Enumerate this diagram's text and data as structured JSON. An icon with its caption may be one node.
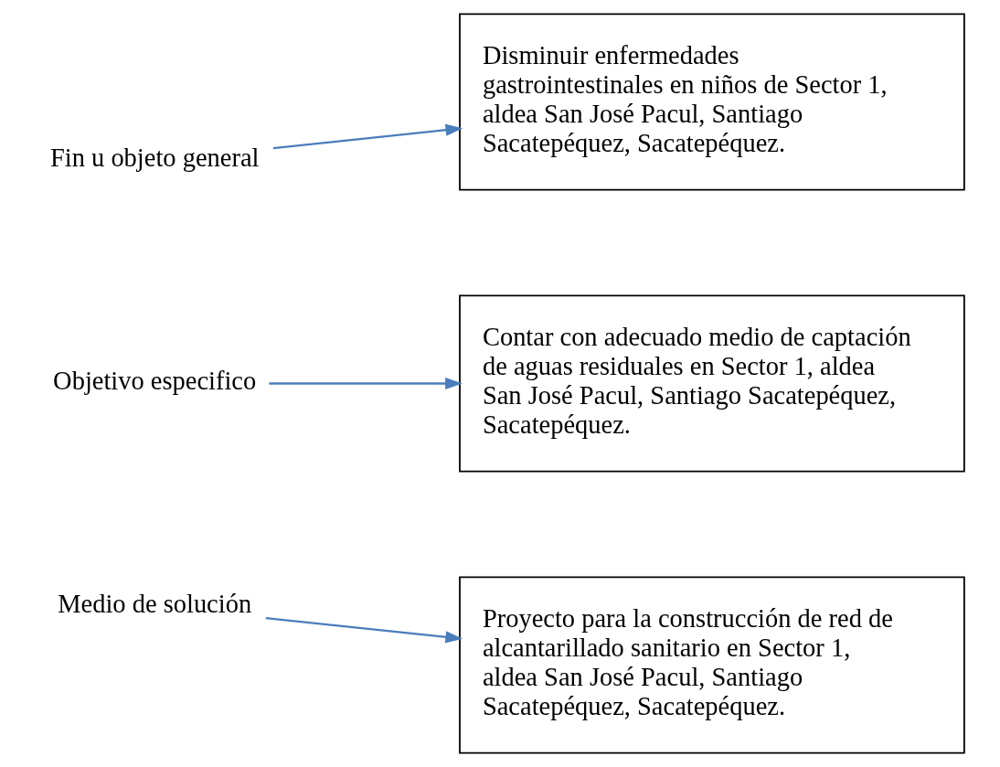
{
  "diagram": {
    "nodes": [
      {
        "text": [
          "Fin u objeto general"
        ]
      },
      {
        "text": [
          "Disminuir enfermedades gastrointestinales en niños de Sector 1, aldea San José Pacul, Santiago Sacatepéquez, Sacatepéquez."
        ]
      },
      {
        "text": [
          "Objetivo especifico"
        ]
      },
      {
        "text": [
          "Contar con adecuado medio de captación de aguas residuales en Sector 1, aldea San José Pacul, Santiago Sacatepéquez, Sacatepéquez."
        ]
      },
      {
        "text": [
          "Medio de solución"
        ]
      },
      {
        "text": [
          "Proyecto para la construcción de red de alcantarillado sanitario en Sector 1, aldea San José Pacul, Santiago Sacatepéquez, Sacatepéquez."
        ]
      }
    ],
    "edges": [
      {
        "from": 0,
        "to": 1,
        "arrow": "to"
      },
      {
        "from": 2,
        "to": 3,
        "arrow": "to"
      },
      {
        "from": 4,
        "to": 5,
        "arrow": "to"
      }
    ]
  }
}
